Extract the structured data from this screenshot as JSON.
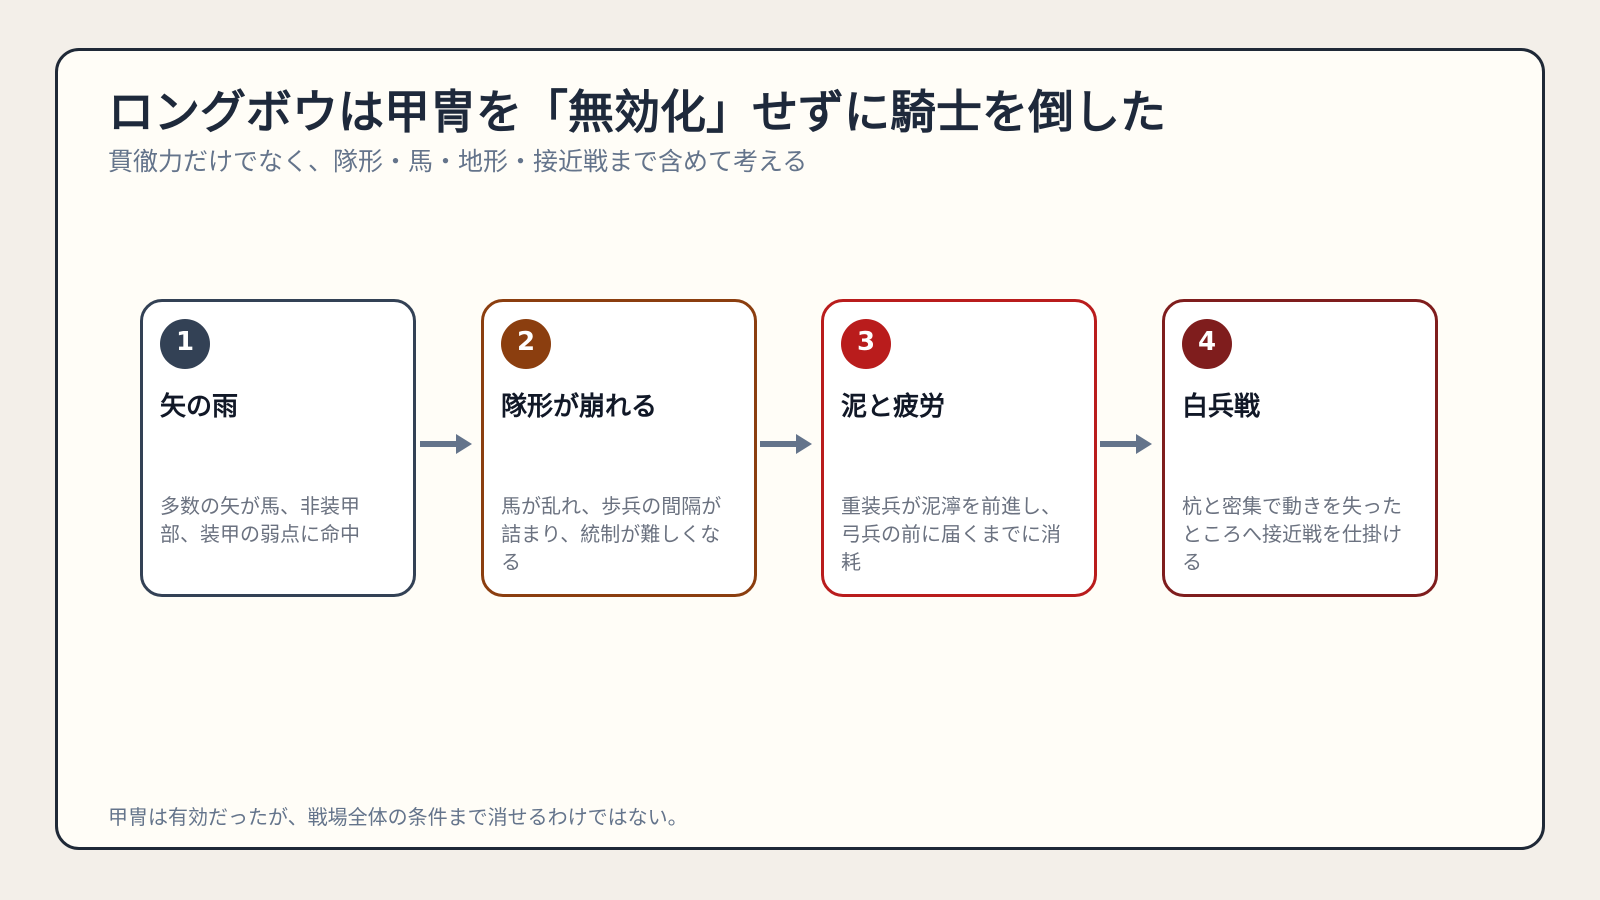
{
  "title": "ロングボウは甲冑を「無効化」せずに騎士を倒した",
  "subtitle": "貫徹力だけでなく、隊形・馬・地形・接近戦まで含めて考える",
  "footer": "甲冑は有効だったが、戦場全体の条件まで消せるわけではない。",
  "colors": {
    "step1": "#334155",
    "step2": "#8b3e0f",
    "step3": "#b91c1c",
    "step4": "#7f1d1d",
    "arrow": "#64748b"
  },
  "steps": [
    {
      "number": "1",
      "title": "矢の雨",
      "description": "多数の矢が馬、非装甲部、装甲の弱点に命中"
    },
    {
      "number": "2",
      "title": "隊形が崩れる",
      "description": "馬が乱れ、歩兵の間隔が詰まり、統制が難しくなる"
    },
    {
      "number": "3",
      "title": "泥と疲労",
      "description": "重装兵が泥濘を前進し、弓兵の前に届くまでに消耗"
    },
    {
      "number": "4",
      "title": "白兵戦",
      "description": "杭と密集で動きを失ったところへ接近戦を仕掛ける"
    }
  ]
}
